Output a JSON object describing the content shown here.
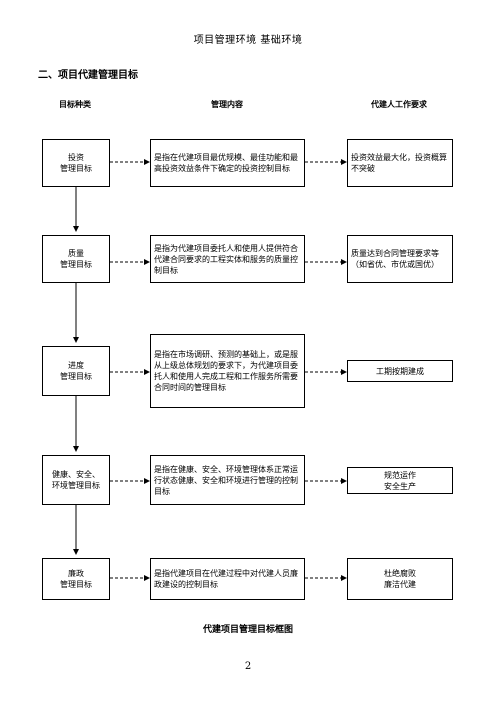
{
  "header": {
    "text": "项目管理环境    基础环境"
  },
  "section_title": "二、项目代建管理目标",
  "columns": {
    "col1": "目标种类",
    "col2": "管理内容",
    "col3": "代建人工作要求"
  },
  "rows": [
    {
      "category": "投资\n管理目标",
      "content": "是指在代建项目最优规模、最佳功能和最高投资效益条件下确定的投资控制目标",
      "requirement": "投资效益最大化，投资概算不突破"
    },
    {
      "category": "质量\n管理目标",
      "content": "是指为代建项目委托人和使用人提供符合代建合同要求的工程实体和服务的质量控制目标",
      "requirement": "质量达到合同管理要求等（如省优、市优或国优）"
    },
    {
      "category": "进度\n管理目标",
      "content": "是指在市场调研、预测的基础上，或是服从上级总体规划的要求下，为代建项目委托人和使用人完成工程和工作服务所需要合同时间的管理目标",
      "requirement": "工期按期建成"
    },
    {
      "category": "健康、安全、\n环境管理目标",
      "content": "是指在健康、安全、环境管理体系正常运行状态健康、安全和环境进行管理的控制目标",
      "requirement": "规范运作\n安全生产"
    },
    {
      "category": "廉政\n管理目标",
      "content": "是指代建项目在代建过程中对代建人员廉政建设的控制目标",
      "requirement": "杜绝腐败\n廉洁代建"
    }
  ],
  "caption": "代建项目管理目标框图",
  "page_number": "2"
}
